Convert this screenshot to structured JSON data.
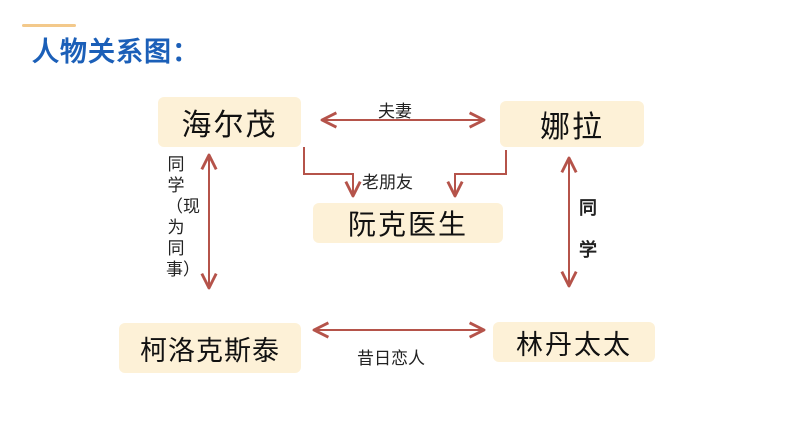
{
  "title": "人物关系图：",
  "nodes": {
    "helmer": "海尔茂",
    "nora": "娜拉",
    "rank": "阮克医生",
    "krogstad": "柯洛克斯泰",
    "linde": "林丹太太"
  },
  "relations": {
    "spouse": "夫妻",
    "old_friend": "老朋友",
    "classmate_colleague": "同学（现为同事）",
    "classmate": "同学",
    "former_lovers": "昔日恋人"
  },
  "colors": {
    "title": "#1b5fb8",
    "node_fill": "#fdf1d7",
    "connector": "#b5534a"
  }
}
